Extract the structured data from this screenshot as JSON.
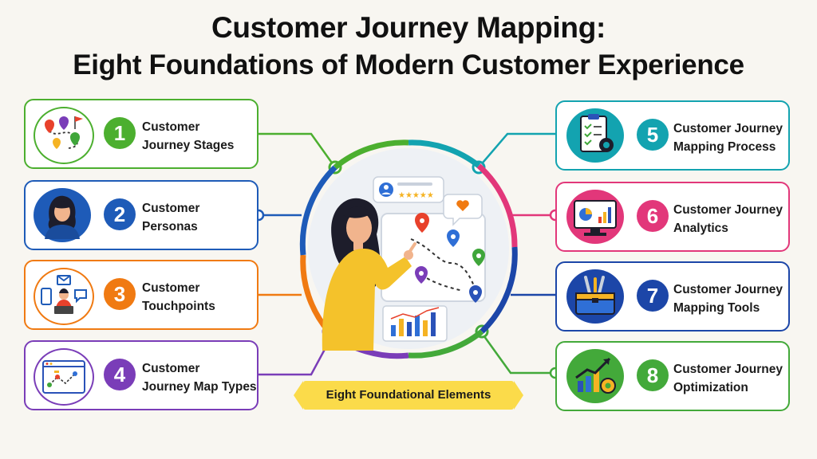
{
  "title": {
    "line1": "Customer Journey Mapping:",
    "line2": "Eight Foundations of Modern Customer Experience"
  },
  "banner": "Eight Foundational Elements",
  "colors": {
    "green": "#4caf2f",
    "blue": "#1e5bb8",
    "orange": "#f07a12",
    "purple": "#7a3db8",
    "teal": "#13a3b0",
    "pink": "#e2377a",
    "navy": "#1c46a8",
    "green2": "#43a93a"
  },
  "cards": [
    {
      "number": "1",
      "label": "Customer\nJourney Stages",
      "icon": "map-pins-route-icon",
      "color": "#4caf2f"
    },
    {
      "number": "2",
      "label": "Customer\nPersonas",
      "icon": "persona-avatar-icon",
      "color": "#1e5bb8"
    },
    {
      "number": "3",
      "label": "Customer\nTouchpoints",
      "icon": "touchpoints-devices-icon",
      "color": "#f07a12"
    },
    {
      "number": "4",
      "label": "Customer\nJourney Map Types",
      "icon": "journey-map-window-icon",
      "color": "#7a3db8"
    },
    {
      "number": "5",
      "label": "Customer Journey\nMapping Process",
      "icon": "clipboard-gear-icon",
      "color": "#13a3b0"
    },
    {
      "number": "6",
      "label": "Customer Journey\nAnalytics",
      "icon": "analytics-monitor-icon",
      "color": "#e2377a"
    },
    {
      "number": "7",
      "label": "Customer Journey\nMapping Tools",
      "icon": "toolbox-icon",
      "color": "#1c46a8"
    },
    {
      "number": "8",
      "label": "Customer Journey\nOptimization",
      "icon": "growth-chart-gear-icon",
      "color": "#43a93a"
    }
  ]
}
